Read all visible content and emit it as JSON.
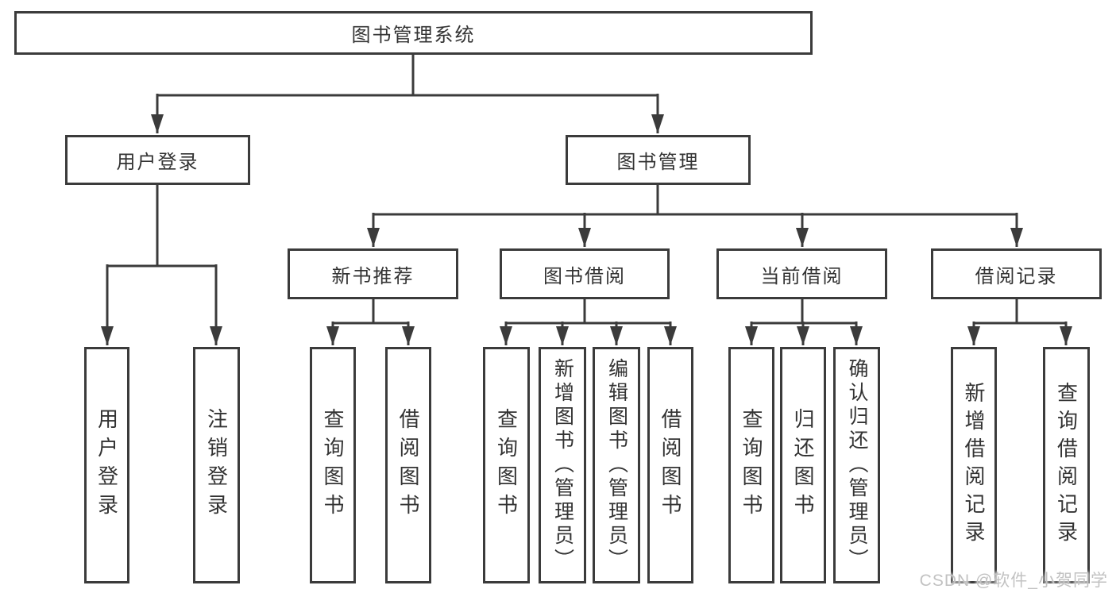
{
  "colors": {
    "line": "#3b3b3b",
    "text": "#333333",
    "watermark": "#c2c2c2",
    "background": "#ffffff"
  },
  "watermark": "CSDN @软件_小贺同学",
  "tree": {
    "root": "图书管理系统",
    "user_login": {
      "label": "用户登录",
      "children": [
        "用户登录",
        "注销登录"
      ]
    },
    "book_mgmt": {
      "label": "图书管理",
      "sections": {
        "new_rec": {
          "label": "新书推荐",
          "children": [
            "查询图书",
            "借阅图书"
          ]
        },
        "borrow": {
          "label": "图书借阅",
          "children": [
            "查询图书",
            "新增图书（管理员）",
            "编辑图书（管理员）",
            "借阅图书"
          ]
        },
        "current": {
          "label": "当前借阅",
          "children": [
            "查询图书",
            "归还图书",
            "确认归还（管理员）"
          ]
        },
        "records": {
          "label": "借阅记录",
          "children": [
            "新增借阅记录",
            "查询借阅记录"
          ]
        }
      }
    }
  }
}
